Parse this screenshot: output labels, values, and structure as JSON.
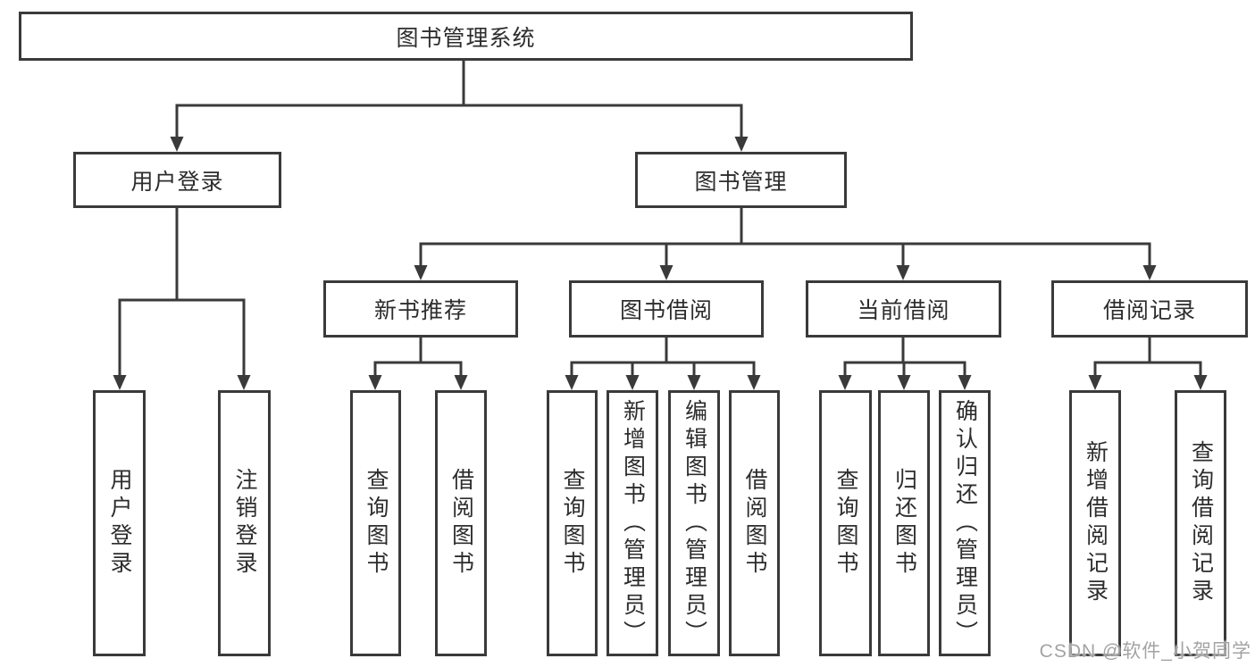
{
  "tree": {
    "root": "图书管理系统",
    "login": {
      "label": "用户登录",
      "children": [
        "用户登录",
        "注销登录"
      ]
    },
    "management": {
      "label": "图书管理",
      "sections": {
        "new_books": {
          "label": "新书推荐",
          "children": [
            "查询图书",
            "借阅图书"
          ]
        },
        "borrowing": {
          "label": "图书借阅",
          "children": [
            "查询图书",
            "新增图书（管理员）",
            "编辑图书（管理员）",
            "借阅图书"
          ]
        },
        "current": {
          "label": "当前借阅",
          "children": [
            "查询图书",
            "归还图书",
            "确认归还（管理员）"
          ]
        },
        "records": {
          "label": "借阅记录",
          "children": [
            "新增借阅记录",
            "查询借阅记录"
          ]
        }
      }
    }
  },
  "watermark": {
    "text": "CSDN @软件_小贺同学"
  },
  "colors": {
    "line": "#3a3a3a",
    "text": "#2d2d2d",
    "background": "#ffffff",
    "watermark": "#a3a3a3"
  }
}
